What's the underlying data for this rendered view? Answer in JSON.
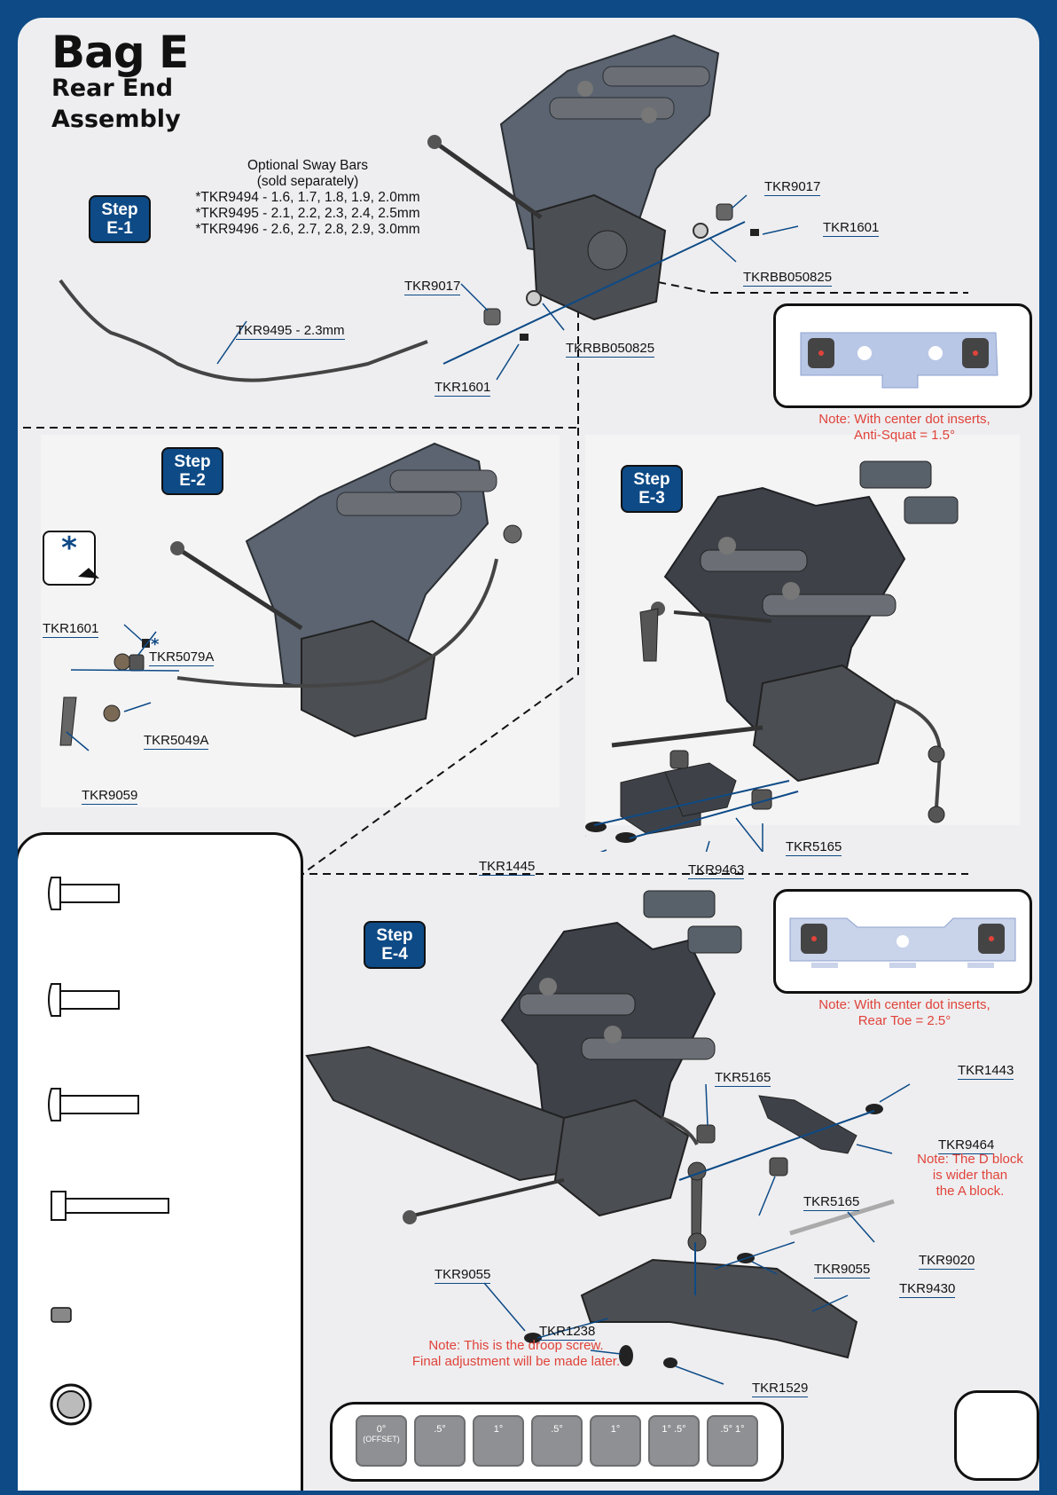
{
  "header": {
    "bag": "Bag E",
    "subtitle_line1": "Rear End",
    "subtitle_line2": "Assembly"
  },
  "steps": {
    "e1": {
      "line1": "Step",
      "line2": "E-1"
    },
    "e2": {
      "line1": "Step",
      "line2": "E-2"
    },
    "e3": {
      "line1": "Step",
      "line2": "E-3"
    },
    "e4": {
      "line1": "Step",
      "line2": "E-4"
    }
  },
  "sway": {
    "line1": "Optional Sway Bars",
    "line2": "(sold separately)",
    "line3": "*TKR9494 - 1.6, 1.7, 1.8, 1.9, 2.0mm",
    "line4": "*TKR9495 - 2.1, 2.2, 2.3, 2.4, 2.5mm",
    "line5": "*TKR9496 - 2.6, 2.7, 2.8, 2.9, 3.0mm"
  },
  "e1_labels": {
    "tkr9017_top": "TKR9017",
    "tkr1601_top": "TKR1601",
    "tkrbb_top": "TKRBB050825",
    "tkr9017_mid": "TKR9017",
    "tkr9495": "TKR9495 - 2.3mm",
    "tkrbb_mid": "TKRBB050825",
    "tkr1601_mid": "TKR1601"
  },
  "e2_labels": {
    "asterisk_card": "*",
    "tkr1601": "TKR1601",
    "asterisk_mark": "*",
    "tkr5079a": "TKR5079A",
    "tkr5049a": "TKR5049A",
    "tkr9059": "TKR9059"
  },
  "e3_labels": {
    "tkr1445": "TKR1445",
    "tkr9463": "TKR9463",
    "tkr5165": "TKR5165"
  },
  "e4_labels": {
    "tkr5165_top": "TKR5165",
    "tkr1443": "TKR1443",
    "tkr9464": "TKR9464",
    "tkr5165_bot": "TKR5165",
    "tkr9020": "TKR9020",
    "tkr9055_right": "TKR9055",
    "tkr9430": "TKR9430",
    "tkr9055_left": "TKR9055",
    "tkr1238": "TKR1238",
    "tkr1529": "TKR1529"
  },
  "notes": {
    "anti_squat_1": "Note: With center dot inserts,",
    "anti_squat_2": "Anti-Squat = 1.5°",
    "rear_toe_1": "Note: With center dot inserts,",
    "rear_toe_2": "Rear Toe = 2.5°",
    "d_block_1": "Note: The D block",
    "d_block_2": "is wider than",
    "d_block_3": "the A block.",
    "droop_1": "Note: This is the droop screw.",
    "droop_2": "Final adjustment will be made later."
  },
  "shims": [
    {
      "top": "0°",
      "bottom": "(OFFSET)"
    },
    {
      "top": ".5°",
      "bottom": ""
    },
    {
      "top": "1°",
      "bottom": ""
    },
    {
      "top": ".5°",
      "bottom": ""
    },
    {
      "top": "1°",
      "bottom": ""
    },
    {
      "top": "1° .5°",
      "bottom": ""
    },
    {
      "top": ".5° 1°",
      "bottom": ""
    }
  ],
  "colors": {
    "brand_blue": "#0d4a86",
    "note_red": "#e0433a",
    "part_gray": "#5b5f66"
  }
}
